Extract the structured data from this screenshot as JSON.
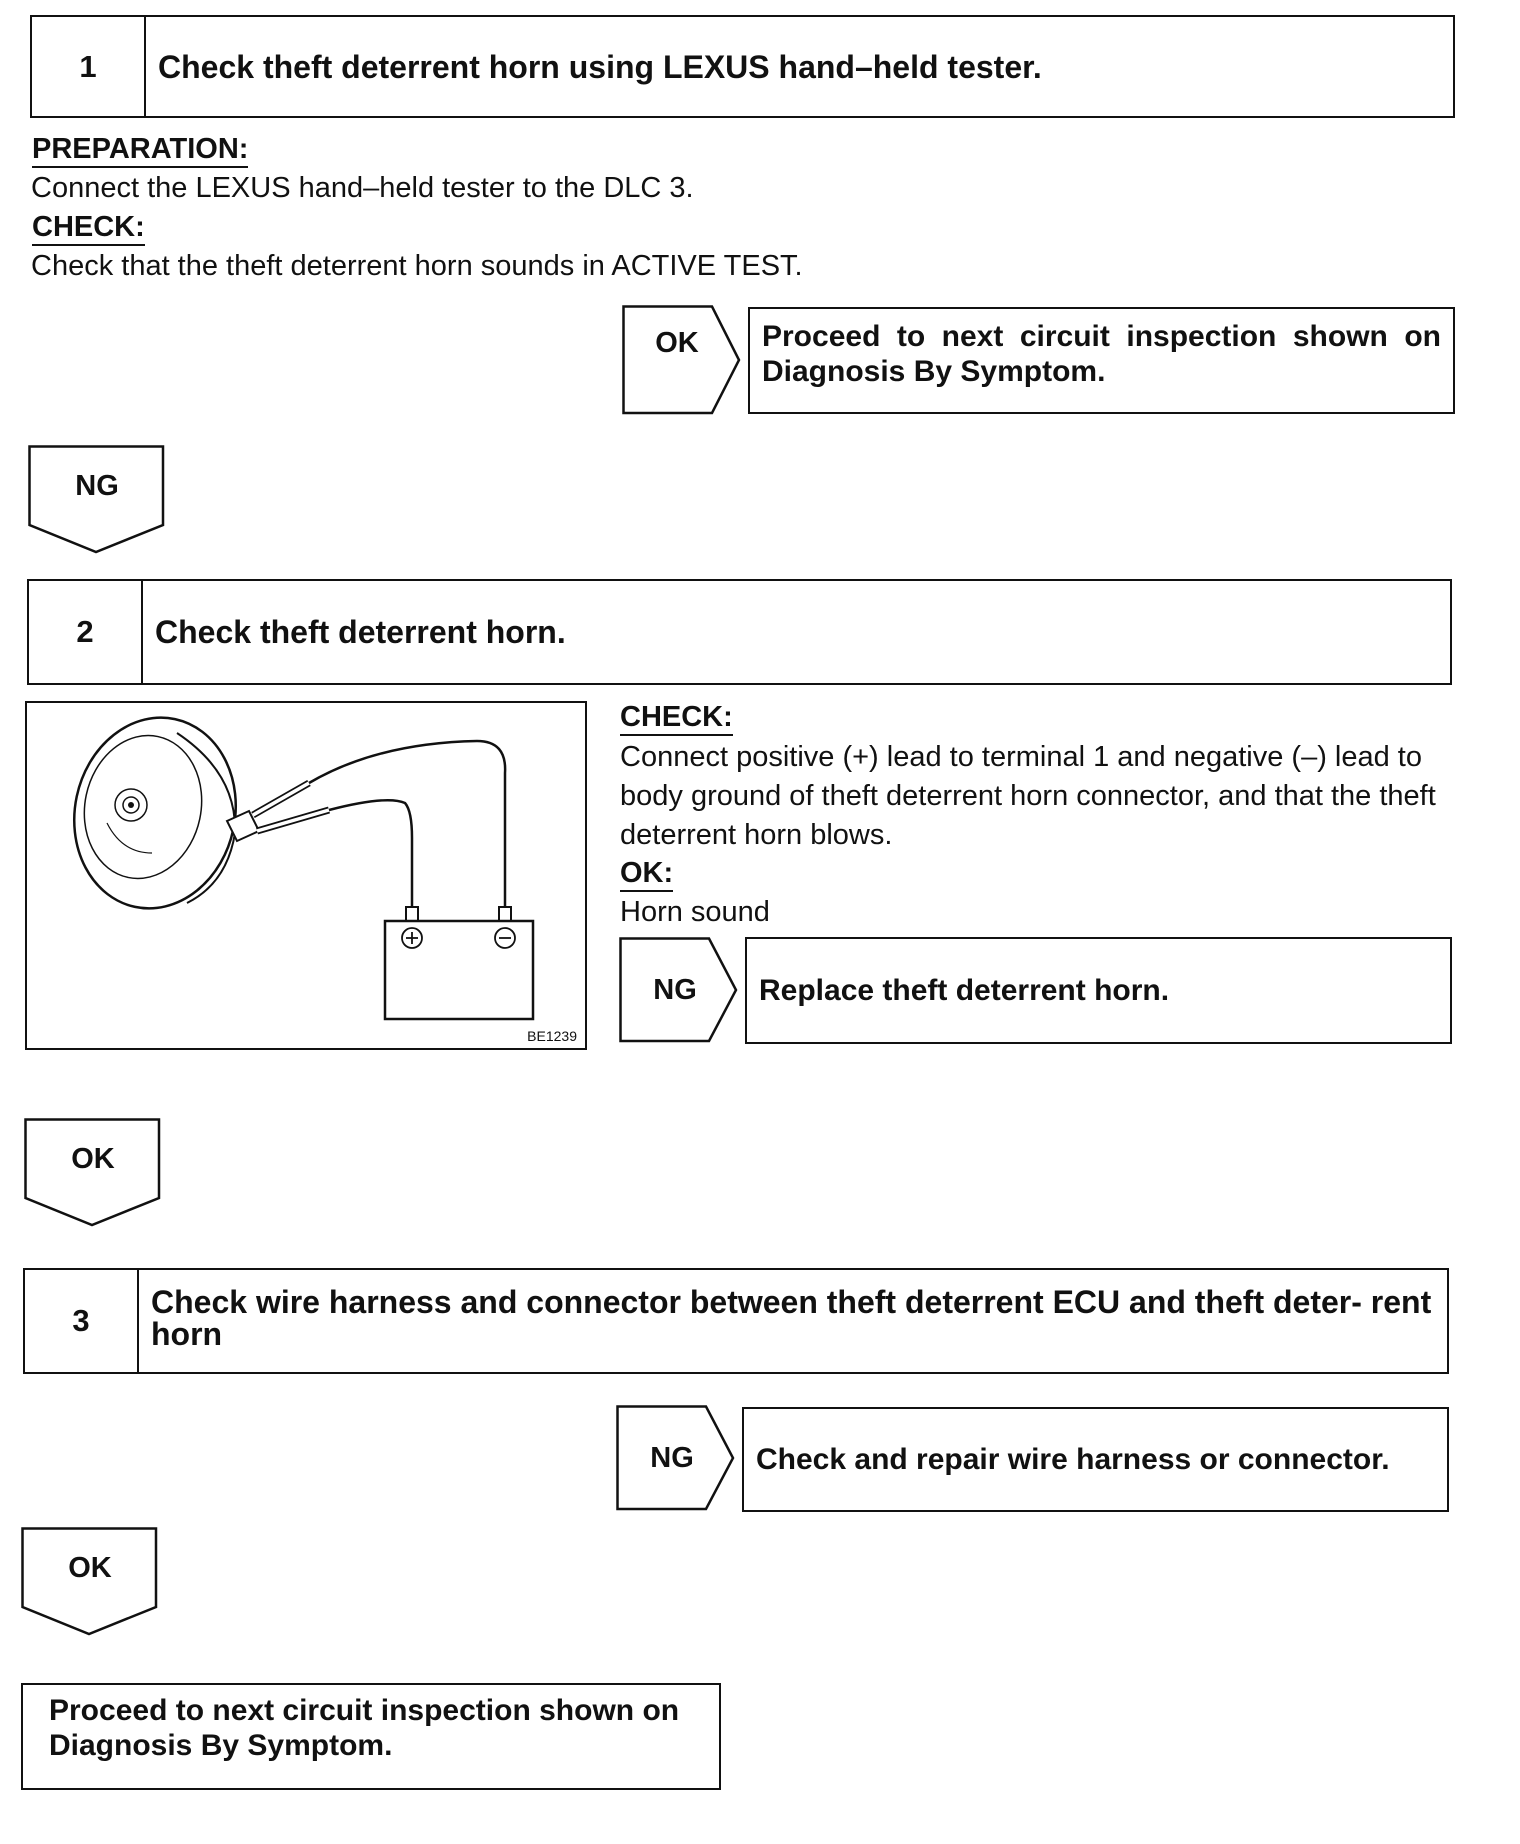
{
  "steps": [
    {
      "num": "1",
      "title": "Check theft deterrent horn using LEXUS hand–held tester."
    },
    {
      "num": "2",
      "title": "Check theft deterrent horn."
    },
    {
      "num": "3",
      "title": "Check wire harness and connector between theft deterrent ECU and theft deter- rent horn"
    }
  ],
  "step1": {
    "prep_heading": "PREPARATION:",
    "prep_text": "Connect the LEXUS hand–held tester to the DLC 3.",
    "check_heading": "CHECK:",
    "check_text": "Check that the theft deterrent horn sounds in ACTIVE TEST.",
    "ok_label": "OK",
    "ok_result": "Proceed to next circuit inspection shown on Diagnosis By Symptom.",
    "ng_label": "NG"
  },
  "step2": {
    "check_heading": "CHECK:",
    "check_text": "Connect positive (+) lead to terminal 1 and negative (–) lead to body ground of theft deterrent horn connector, and that the theft deterrent horn blows.",
    "ok_heading": "OK:",
    "ok_text": "Horn sound",
    "ng_label": "NG",
    "ng_result": "Replace theft deterrent horn.",
    "ok_label": "OK",
    "figure_code": "BE1239"
  },
  "step3": {
    "ng_label": "NG",
    "ng_result": "Check and repair wire harness or connector.",
    "ok_label": "OK"
  },
  "final": {
    "text": "Proceed to next circuit inspection shown on Diagnosis By Symptom."
  }
}
